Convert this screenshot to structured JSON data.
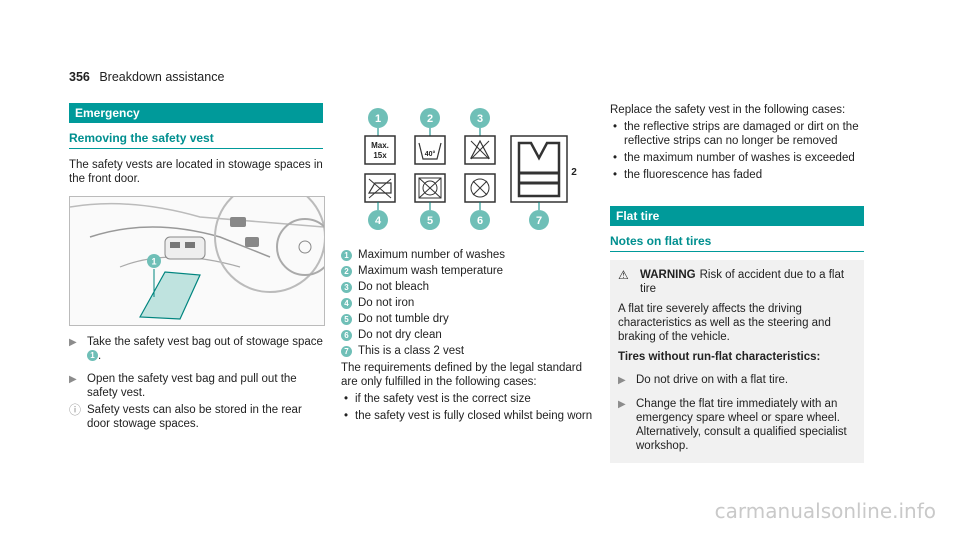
{
  "header": {
    "page_number": "356",
    "title": "Breakdown assistance"
  },
  "col1": {
    "section": "Emergency",
    "subhead": "Removing the safety vest",
    "intro": "The safety vests are located in stowage spaces in the front door.",
    "step1_text": "Take the safety vest bag out of stowage space",
    "step1_badge": "1",
    "step2_text": "Open the safety vest bag and pull out the safety vest.",
    "note_text": "Safety vests can also be stored in the rear door stowage spaces.",
    "image_badge": "1"
  },
  "col2": {
    "symbols": {
      "max_text_line1": "Max.",
      "max_text_line2": "15x",
      "temp_text": "40°",
      "class_text": "2",
      "badges": [
        "1",
        "2",
        "3",
        "4",
        "5",
        "6",
        "7"
      ]
    },
    "legend": [
      {
        "num": "1",
        "text": "Maximum number of washes"
      },
      {
        "num": "2",
        "text": "Maximum wash temperature"
      },
      {
        "num": "3",
        "text": "Do not bleach"
      },
      {
        "num": "4",
        "text": "Do not iron"
      },
      {
        "num": "5",
        "text": "Do not tumble dry"
      },
      {
        "num": "6",
        "text": "Do not dry clean"
      },
      {
        "num": "7",
        "text": "This is a class 2 vest"
      }
    ],
    "req_text": "The requirements defined by the legal standard are only fulfilled in the following cases:",
    "req_bullets": [
      "if the safety vest is the correct size",
      "the safety vest is fully closed whilst being worn"
    ]
  },
  "col3": {
    "replace_intro": "Replace the safety vest in the following cases:",
    "replace_bullets": [
      "the reflective strips are damaged or dirt on the reflective strips can no longer be removed",
      "the maximum number of washes is exceeded",
      "the fluorescence has faded"
    ],
    "section": "Flat tire",
    "subhead": "Notes on flat tires",
    "warning_label": "WARNING",
    "warning_title": "Risk of accident due to a flat tire",
    "warning_body": "A flat tire severely affects the driving characteristics as well as the steering and braking of the vehicle.",
    "tires_heading": "Tires without run-flat characteristics:",
    "tire_step1": "Do not drive on with a flat tire.",
    "tire_step2": "Change the flat tire immediately with an emergency spare wheel or spare wheel. Alternatively, consult a qualified specialist workshop."
  },
  "watermark": "carmanualsonline.info",
  "colors": {
    "accent": "#009a9a",
    "badge": "#6fbfb7",
    "warn_bg": "#f1f1f1"
  }
}
